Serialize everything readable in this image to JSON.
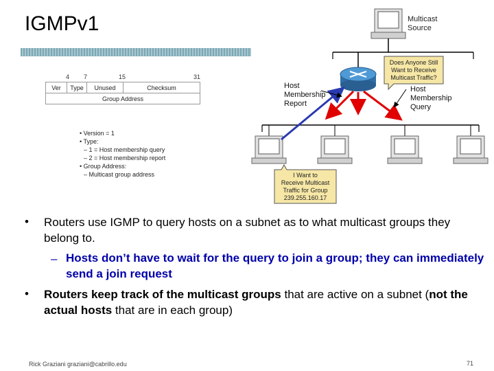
{
  "slide": {
    "title": "IGMPv1",
    "footer_left": "Rick Graziani  graziani@cabrillo.edu",
    "page_number": "71"
  },
  "header_diagram": {
    "bit_positions": [
      "4",
      "7",
      "15",
      "31"
    ],
    "row1": [
      "Ver",
      "Type",
      "Unused",
      "Checksum"
    ],
    "row2": "Group Address",
    "fields": [
      "• Version = 1",
      "• Type:",
      "  – 1 = Host membership query",
      "  – 2 = Host membership report",
      "• Group Address:",
      "  – Multicast group address"
    ]
  },
  "network_diagram": {
    "source_label": [
      "Multicast",
      "Source"
    ],
    "callout_top": [
      "Does Anyone Still",
      "Want to Receive",
      "Multicast Traffic?"
    ],
    "report_label": [
      "Host",
      "Membership",
      "Report"
    ],
    "query_label": [
      "Host",
      "Membership",
      "Query"
    ],
    "callout_bottom": [
      "I Want to",
      "Receive Multicast",
      "Traffic for Group",
      "239.255.160.17"
    ]
  },
  "bullets": {
    "b1": "Routers use IGMP to query hosts on a subnet as to what multicast groups they belong to.",
    "b1_sub": "Hosts don’t have to wait for the query to join a group; they can immediately send a join request",
    "b2_bold1": "Routers keep track of the multicast groups",
    "b2_text1": " that are active on a subnet (",
    "b2_bold2": "not the actual hosts",
    "b2_text2": " that are in each group)"
  },
  "colors": {
    "band": "#7aa8b5",
    "router": "#3a7fc0",
    "query_arrows": "#e00000",
    "report_arrow": "#2a3ab0",
    "callout_fill": "#f6e7a6",
    "subbullet": "#0000aa"
  }
}
